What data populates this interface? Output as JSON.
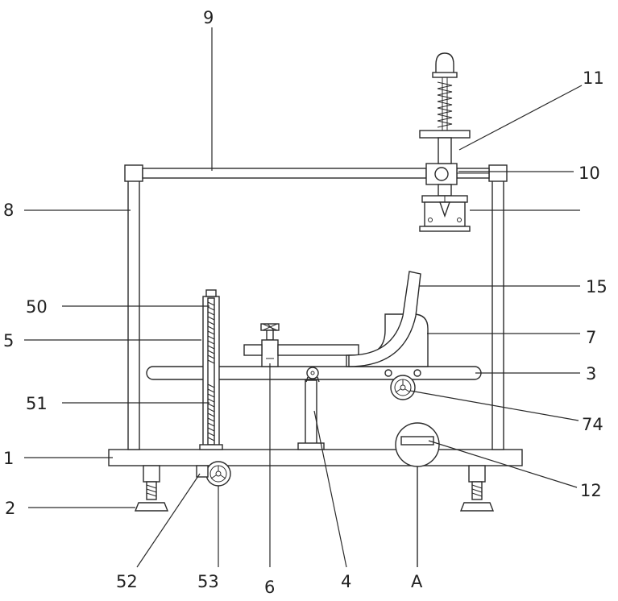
{
  "labels": {
    "l9": "9",
    "l11": "11",
    "l10": "10",
    "l8": "8",
    "l15": "15",
    "l50": "50",
    "l5": "5",
    "l7": "7",
    "l3": "3",
    "l51": "51",
    "l74": "74",
    "l1": "1",
    "l12": "12",
    "l2": "2",
    "l52": "52",
    "l53": "53",
    "l6": "6",
    "l4": "4",
    "lA": "A"
  },
  "colors": {
    "line": "#2a2a2a",
    "background": "#ffffff"
  }
}
